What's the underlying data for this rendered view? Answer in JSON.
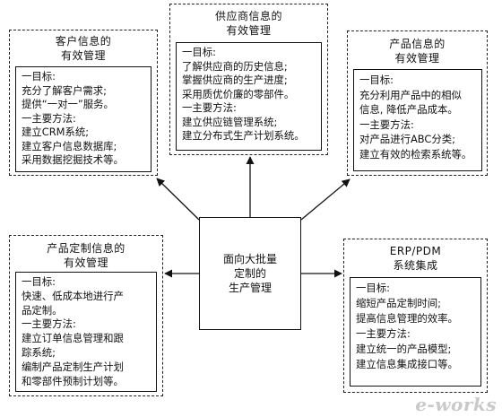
{
  "center": {
    "lines": [
      "面向大批量",
      "定制的",
      "生产管理"
    ]
  },
  "boxes": {
    "customer": {
      "title": [
        "客户信息的",
        "有效管理"
      ],
      "content": [
        "一目标:",
        "充分了解客户需求;",
        "提供“一对一”服务。",
        "一主要方法:",
        "建立CRM系统;",
        "建立客户信息数据库;",
        "采用数据挖掘技术等。"
      ]
    },
    "supplier": {
      "title": [
        "供应商信息的",
        "有效管理"
      ],
      "content": [
        "一目标:",
        "了解供应商的历史信息;",
        "掌握供应商的生产进度;",
        "采用质优价廉的零部件。",
        "一主要方法:",
        "建立供应链管理系统;",
        "建立分布式生产计划系统。"
      ]
    },
    "product": {
      "title": [
        "产品信息的",
        "有效管理"
      ],
      "content": [
        "一目标:",
        "充分利用产品中的相似",
        "信息, 降低产品成本。",
        "一主要方法:",
        "对产品进行ABC分类;",
        "建立有效的检索系统等。"
      ]
    },
    "customization": {
      "title": [
        "产品定制信息的",
        "有效管理"
      ],
      "content": [
        "一目标:",
        "快速、低成本地进行产",
        "品定制。",
        "一主要方法:",
        "建立订单信息管理和跟",
        "踪系统;",
        "编制产品定制生产计划",
        "和零部件预制计划等。"
      ]
    },
    "erp": {
      "title": [
        "ERP/PDM",
        "系统集成"
      ],
      "content": [
        "一目标:",
        "缩短产品定制时间;",
        "提高信息管理的效率。",
        "一主要方法:",
        "建立统一的产品模型;",
        "建立信息集成接口等。"
      ]
    }
  },
  "watermark": "e-works"
}
